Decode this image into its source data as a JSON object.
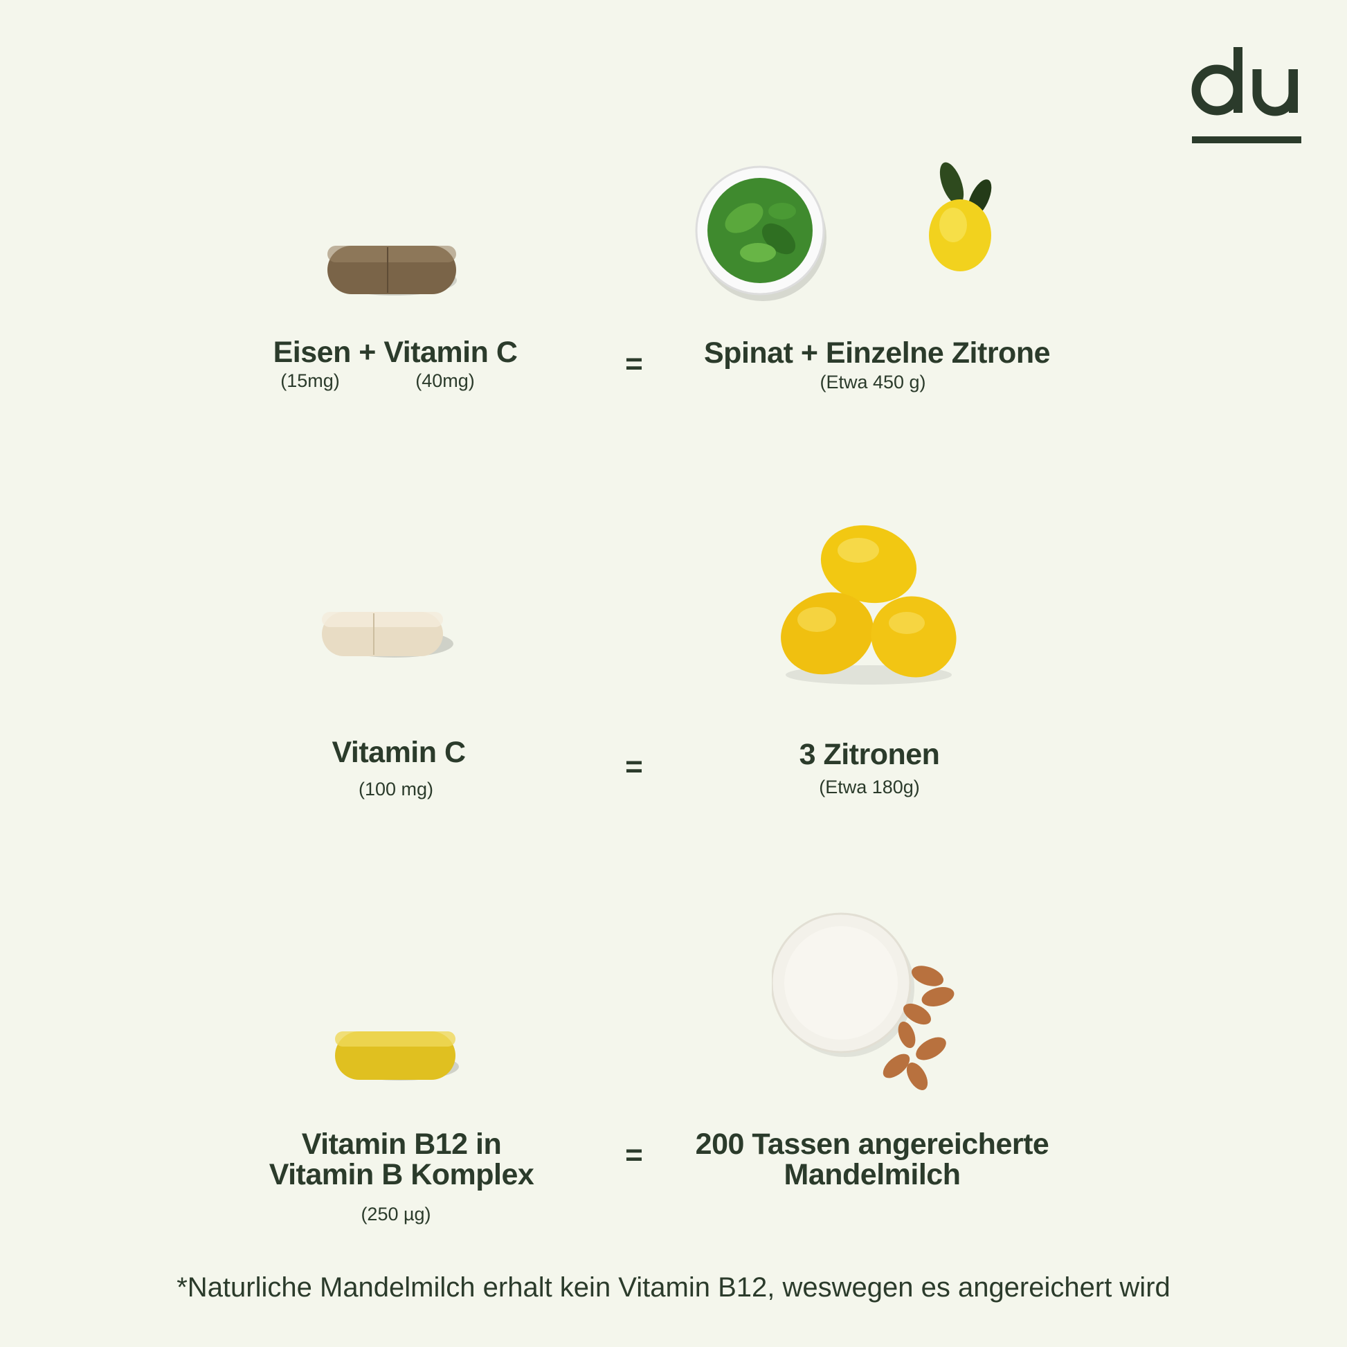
{
  "brand": {
    "logo_text": "du",
    "color": "#2b3b2b"
  },
  "rows": [
    {
      "left_title": "Eisen + Vitamin C",
      "left_subs": [
        "(15mg)",
        "(40mg)"
      ],
      "equals": "=",
      "right_title": "Spinat + Einzelne Zitrone",
      "right_sub": "(Etwa 450 g)"
    },
    {
      "left_title": "Vitamin C",
      "left_sub": "(100 mg)",
      "equals": "=",
      "right_title": "3 Zitronen",
      "right_sub": "(Etwa 180g)"
    },
    {
      "left_title_lines": [
        "Vitamin B12 in",
        "Vitamin B Komplex"
      ],
      "left_sub": "(250 µg)",
      "equals": "=",
      "right_title_lines": [
        "200 Tassen angereicherte",
        "Mandelmilch"
      ]
    }
  ],
  "footnote": "*Naturliche Mandelmilch erhalt kein Vitamin B12, weswegen es angereichert wird"
}
